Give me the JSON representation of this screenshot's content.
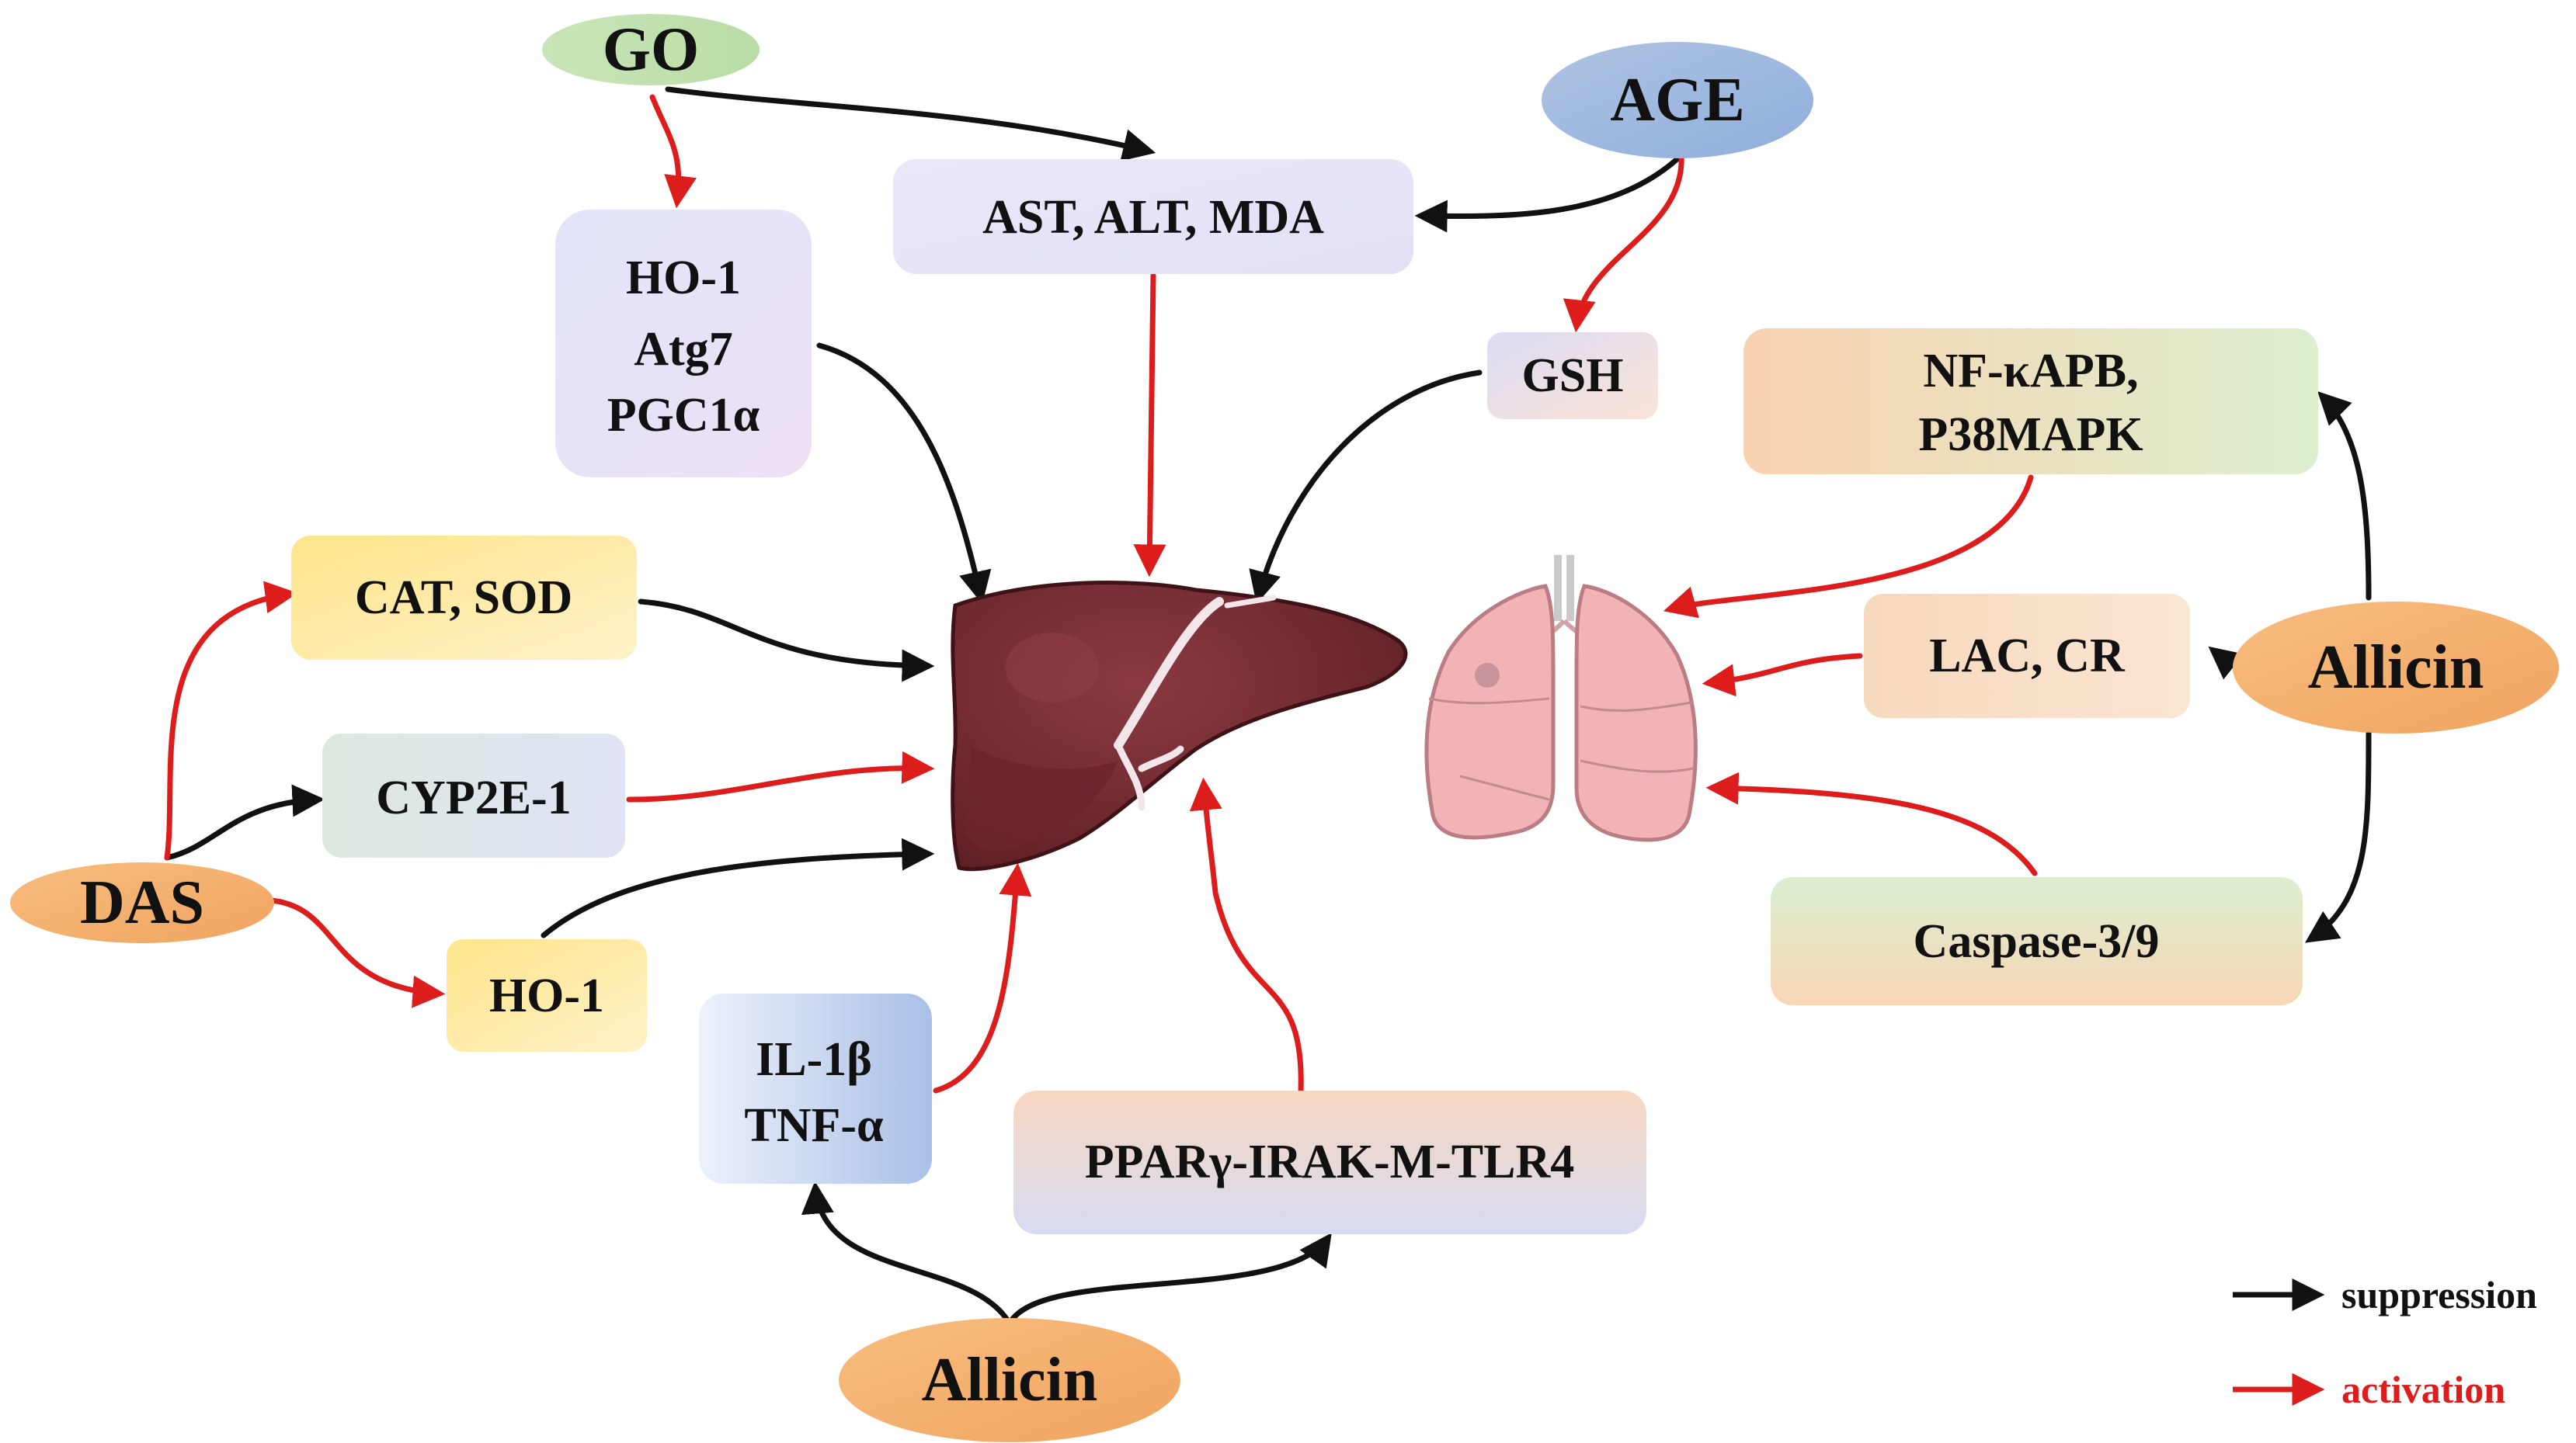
{
  "colors": {
    "suppression": "#111111",
    "activation": "#dd1c1c",
    "liver": "#7a2d33",
    "lung": "#f2b3b6"
  },
  "ovals": {
    "go": "GO",
    "age": "AGE",
    "das": "DAS",
    "allicin_right": "Allicin",
    "allicin_bottom": "Allicin"
  },
  "boxes": {
    "ho1_atg7_pgc1a": [
      "HO-1",
      "Atg7",
      "PGC1α"
    ],
    "ast_alt_mda": "AST, ALT, MDA",
    "gsh": "GSH",
    "nfkb_p38": [
      "NF-κAPB,",
      "P38MAPK"
    ],
    "cat_sod": "CAT, SOD",
    "cyp2e1": "CYP2E-1",
    "ho1": "HO-1",
    "lac_cr": "LAC, CR",
    "caspase": "Caspase-3/9",
    "il1b_tnfa": [
      "IL-1β",
      "TNF-α"
    ],
    "ppar": "PPARγ-IRAK-M-TLR4"
  },
  "organs": {
    "liver": "liver-illustration",
    "lungs": "lungs-illustration"
  },
  "legend": {
    "suppression": "suppression",
    "activation": "activation"
  }
}
